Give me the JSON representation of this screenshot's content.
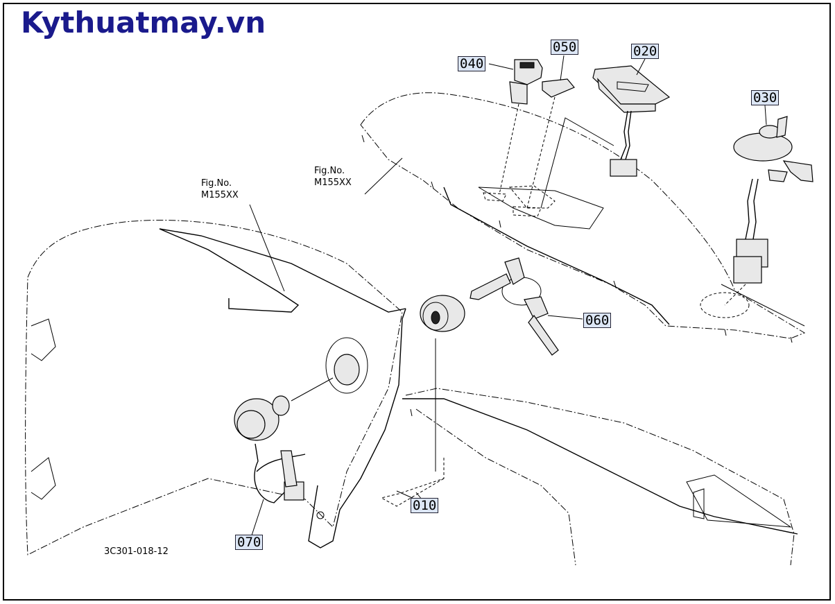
{
  "watermark": "Kythuatmay.vn",
  "drawing_number": "3C301-018-12",
  "figure_refs": [
    {
      "line1": "Fig.No.",
      "line2": "M155XX"
    },
    {
      "line1": "Fig.No.",
      "line2": "M155XX"
    }
  ],
  "callouts": {
    "c010": "010",
    "c020": "020",
    "c030": "030",
    "c040": "040",
    "c050": "050",
    "c060": "060",
    "c070": "070"
  }
}
